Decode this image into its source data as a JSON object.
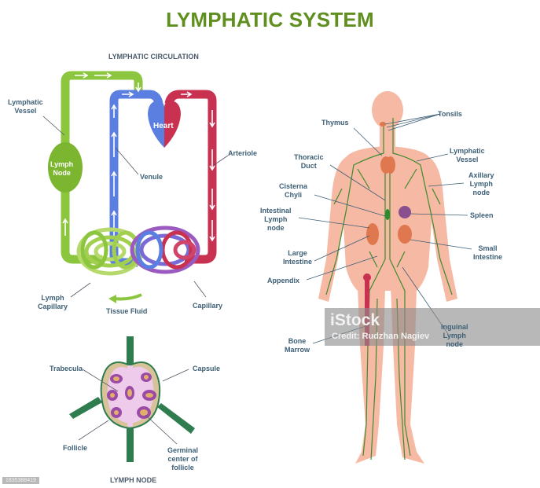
{
  "title": "LYMPHATIC SYSTEM",
  "circulation": {
    "heading": "LYMPHATIC CIRCULATION",
    "labels": {
      "lymphatic_vessel": [
        "Lymphatic",
        "Vessel"
      ],
      "lymph_node": [
        "Lymph",
        "Node"
      ],
      "venule": "Venule",
      "heart": "Heart",
      "arteriole": "Arteriole",
      "lymph_capillary": [
        "Lymph",
        "Capillary"
      ],
      "tissue_fluid": "Tissue Fluid",
      "capillary": "Capillary"
    },
    "colors": {
      "lymph": "#8cc63f",
      "venous": "#5b7fe0",
      "arterial": "#c8314f"
    }
  },
  "lymph_node_diagram": {
    "heading": "LYMPH NODE",
    "labels": {
      "trabecula": "Trabecula",
      "capsule": "Capsule",
      "follicle": "Follicle",
      "germinal_center": [
        "Germinal",
        "center of",
        "follicle"
      ]
    },
    "colors": {
      "vessel": "#2f7d4e",
      "capsule": "#d8c29a",
      "interior": "#eecbea",
      "follicle": "#9b4aa8",
      "germinal": "#e0b06a"
    }
  },
  "body_diagram": {
    "labels": {
      "thymus": "Thymus",
      "tonsils": "Tonsils",
      "thoracic_duct": [
        "Thoracic",
        "Duct"
      ],
      "lymphatic_vessel": [
        "Lymphatic",
        "Vessel"
      ],
      "axillary_lymph_node": [
        "Axillary",
        "Lymph",
        "node"
      ],
      "cisterna_chyli": [
        "Cisterna",
        "Chyli"
      ],
      "intestinal_lymph_node": [
        "Intestinal",
        "Lymph",
        "node"
      ],
      "spleen": "Spleen",
      "large_intestine": [
        "Large",
        "Intestine"
      ],
      "small_intestine": [
        "Small",
        "Intestine"
      ],
      "appendix": "Appendix",
      "bone_marrow": [
        "Bone",
        "Marrow"
      ],
      "inguinal_lymph_node": [
        "Inguinal",
        "Lymph",
        "node"
      ]
    },
    "colors": {
      "skin": "#f6b9a4",
      "vessels": "#3f8a2e",
      "organ": "#e0784f",
      "spleen": "#8a4f8f"
    }
  },
  "watermark": {
    "logo": "iStock",
    "credit": "Credit: Rudzhan Nagiev"
  },
  "stock_id": "1835388419"
}
